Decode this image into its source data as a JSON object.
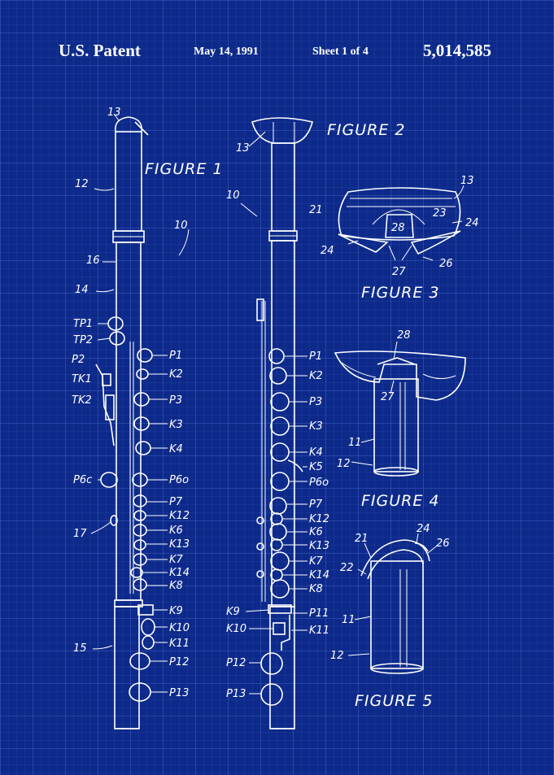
{
  "header": {
    "patent": "U.S. Patent",
    "date": "May 14, 1991",
    "sheet": "Sheet 1 of 4",
    "number": "5,014,585"
  },
  "figures": {
    "fig1": "FIGURE 1",
    "fig2": "FIGURE 2",
    "fig3": "FIGURE 3",
    "fig4": "FIGURE 4",
    "fig5": "FIGURE 5"
  },
  "fig1_labels": {
    "l13": "13",
    "l12": "12",
    "l10": "10",
    "l16": "16",
    "l14": "14",
    "tp1": "TP1",
    "tp2": "TP2",
    "p2": "P2",
    "tk1": "TK1",
    "tk2": "TK2",
    "p1": "P1",
    "k2": "K2",
    "p3": "P3",
    "k3": "K3",
    "k4": "K4",
    "p6c": "P6c",
    "p6o": "P6o",
    "p7": "P7",
    "k12": "K12",
    "k6": "K6",
    "l17": "17",
    "k13": "K13",
    "k7": "K7",
    "k14": "K14",
    "k8": "K8",
    "k9": "K9",
    "k10": "K10",
    "k11": "K11",
    "l15": "15",
    "p12": "P12",
    "p13": "P13"
  },
  "fig2_labels": {
    "l13": "13",
    "l10": "10",
    "p1": "P1",
    "k2": "K2",
    "p3": "P3",
    "k3": "K3",
    "k4": "K4",
    "k5": "K5",
    "p6o": "P6o",
    "p7": "P7",
    "k12": "K12",
    "k6": "K6",
    "k13": "K13",
    "k7": "K7",
    "k14": "K14",
    "k8": "K8",
    "k9": "K9",
    "p11": "P11",
    "k10": "K10",
    "k11": "K11",
    "p12": "P12",
    "p13": "P13"
  },
  "fig3_labels": {
    "l13": "13",
    "l21": "21",
    "l23": "23",
    "l24a": "24",
    "l28": "28",
    "l24b": "24",
    "l27": "27",
    "l26": "26"
  },
  "fig4_labels": {
    "l28": "28",
    "l27": "27",
    "l11": "11",
    "l12": "12"
  },
  "fig5_labels": {
    "l21": "21",
    "l24": "24",
    "l26": "26",
    "l22": "22",
    "l11": "11",
    "l12": "12"
  },
  "colors": {
    "background": "#0d2a8a",
    "ink": "#ffffff"
  }
}
